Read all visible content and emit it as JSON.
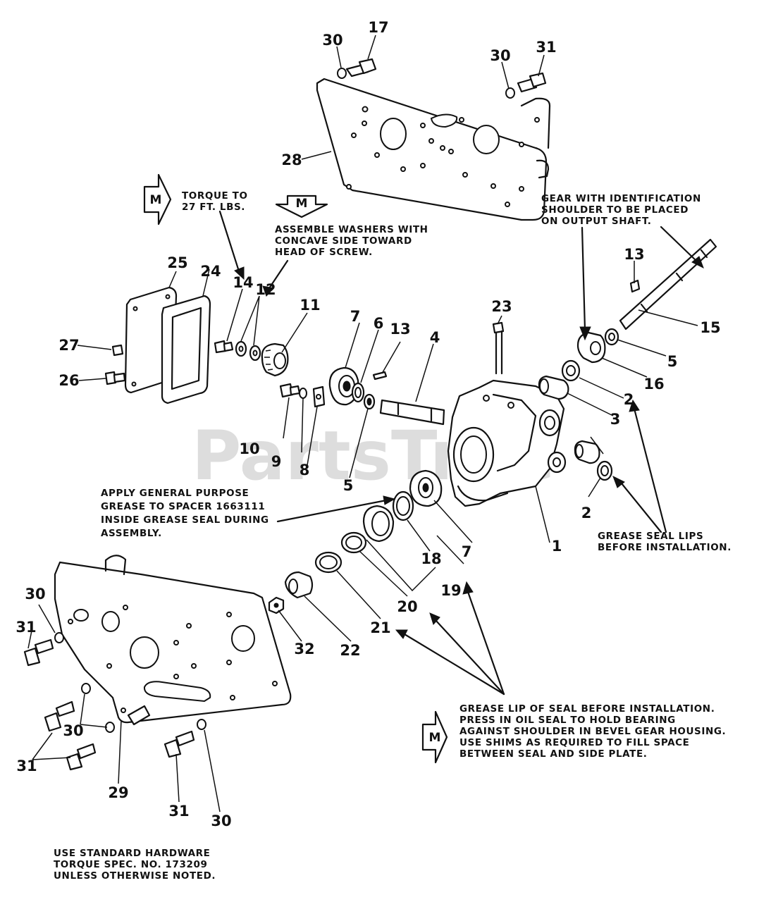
{
  "watermark": "PartsTree",
  "callouts": {
    "n1": "1",
    "n2a": "2",
    "n2b": "2",
    "n3": "3",
    "n4": "4",
    "n5a": "5",
    "n5b": "5",
    "n6": "6",
    "n7a": "7",
    "n7b": "7",
    "n8": "8",
    "n9": "9",
    "n10": "10",
    "n11": "11",
    "n12": "12",
    "n13a": "13",
    "n13b": "13",
    "n14": "14",
    "n15": "15",
    "n16": "16",
    "n17": "17",
    "n18": "18",
    "n19": "19",
    "n20": "20",
    "n21": "21",
    "n22": "22",
    "n23": "23",
    "n24": "24",
    "n25": "25",
    "n26": "26",
    "n27": "27",
    "n28": "28",
    "n29": "29",
    "n30a": "30",
    "n30b": "30",
    "n30c": "30",
    "n30d": "30",
    "n30e": "30",
    "n31a": "31",
    "n31b": "31",
    "n31c": "31",
    "n31d": "31",
    "n32": "32"
  },
  "markers": {
    "m1": "M",
    "m2": "M",
    "m3": "M"
  },
  "notes": {
    "torque": [
      "TORQUE TO",
      "27 FT. LBS."
    ],
    "washers": [
      "ASSEMBLE WASHERS WITH",
      "CONCAVE SIDE TOWARD",
      "HEAD OF SCREW."
    ],
    "gear": [
      "GEAR WITH IDENTIFICATION",
      "SHOULDER TO BE PLACED",
      "ON OUTPUT SHAFT."
    ],
    "spacer": [
      "APPLY GENERAL PURPOSE",
      "GREASE TO SPACER 1663111",
      "INSIDE GREASE SEAL DURING",
      "ASSEMBLY."
    ],
    "seal_lips": [
      "GREASE SEAL LIPS",
      "BEFORE INSTALLATION."
    ],
    "oil_seal": [
      "GREASE LIP OF SEAL BEFORE INSTALLATION.",
      "PRESS IN OIL SEAL TO HOLD BEARING",
      "AGAINST SHOULDER IN BEVEL GEAR HOUSING.",
      "USE SHIMS AS REQUIRED TO FILL SPACE",
      "BETWEEN SEAL AND SIDE PLATE."
    ],
    "hardware": [
      "USE STANDARD HARDWARE",
      "TORQUE SPEC. NO. 173209",
      "UNLESS OTHERWISE NOTED."
    ]
  }
}
